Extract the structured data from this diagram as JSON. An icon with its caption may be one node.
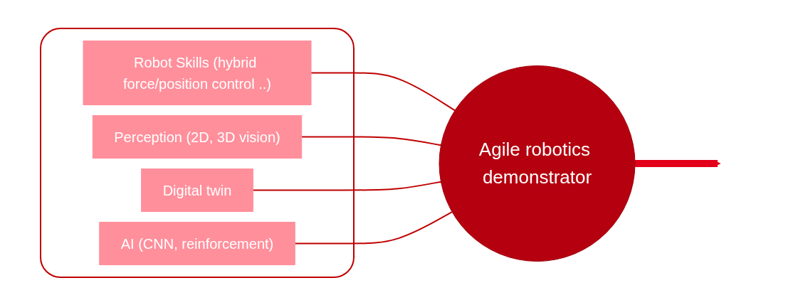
{
  "diagram": {
    "nodes": [
      {
        "text": [],
        "shape": "box"
      },
      {
        "text": [
          "Robot Skills (hybrid force/position control ..)"
        ],
        "in": 0
      },
      {
        "text": [
          "Perception (2D, 3D vision)"
        ],
        "in": 0
      },
      {
        "text": [
          "Digital twin"
        ],
        "in": 0
      },
      {
        "text": [
          "AI (CNN, reinforcement)"
        ],
        "in": 0
      },
      {
        "text": [
          "Agile robotics demonstrator"
        ]
      }
    ],
    "edges": [
      {
        "from": 1,
        "to": 5,
        "arrow": "none"
      },
      {
        "from": 2,
        "to": 5,
        "arrow": "none"
      },
      {
        "from": 3,
        "to": 5,
        "arrow": "none"
      },
      {
        "from": 4,
        "to": 5,
        "arrow": "none"
      },
      {
        "from": 5,
        "to": null,
        "arrow": "to",
        "style": "thick",
        "color": "#e2001a"
      }
    ]
  }
}
